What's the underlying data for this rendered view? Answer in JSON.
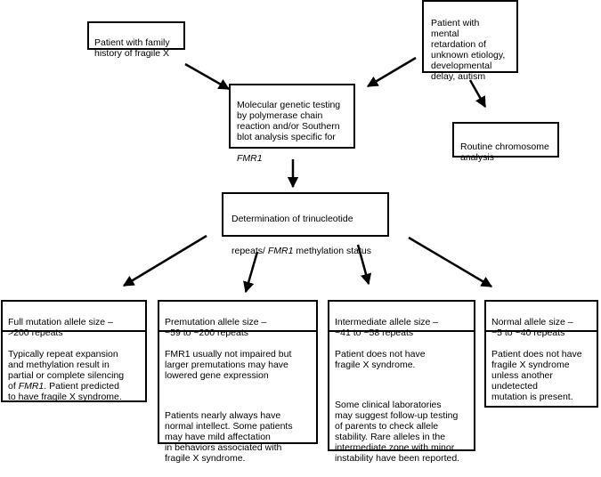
{
  "boxes": {
    "family_history": "Patient with family\nhistory of fragile X",
    "mental_retardation": "Patient with mental\nretardation of\nunknown etiology,\ndevelopmental\ndelay, autism",
    "molecular_testing": {
      "text": "Molecular genetic testing\nby polymerase chain\nreaction and/or Southern\nblot analysis specific for",
      "gene": "FMR1"
    },
    "routine": "Routine chromosome\nanalysis",
    "determination": {
      "line1": "Determination of trinucleotide",
      "line2_pre": "repeats/ ",
      "gene": "FMR1",
      "line2_post": " methylation status"
    },
    "full_mutation": {
      "header": "Full mutation allele size  –\n>200 repeats",
      "body_pre": "Typically repeat expansion\nand methylation result in\npartial or complete silencing\nof ",
      "gene": "FMR1",
      "body_post": ". Patient predicted\nto have fragile X syndrome."
    },
    "premutation": {
      "header": "Premutation allele size –\n~59 to ~200 repeats",
      "body1": "FMR1 usually not impaired but\nlarger premutations may have\nlowered gene expression",
      "body2": "Patients nearly always have\nnormal intellect. Some patients\nmay have mild affectation\nin behaviors associated with\nfragile X syndrome."
    },
    "intermediate": {
      "header": "Intermediate allele size –\n~41 to ~58 repeats",
      "body1": "Patient does not have\nfragile X syndrome.",
      "body2": "Some clinical laboratories\nmay suggest follow-up testing\nof parents to check allele\nstability. Rare alleles in the\nintermediate zone with minor\ninstability have been reported."
    },
    "normal": {
      "header": "Normal allele size –\n~5 to ~40 repeats",
      "body": "Patient does not have\nfragile X syndrome\nunless another\nundetected\nmutation is present."
    }
  }
}
